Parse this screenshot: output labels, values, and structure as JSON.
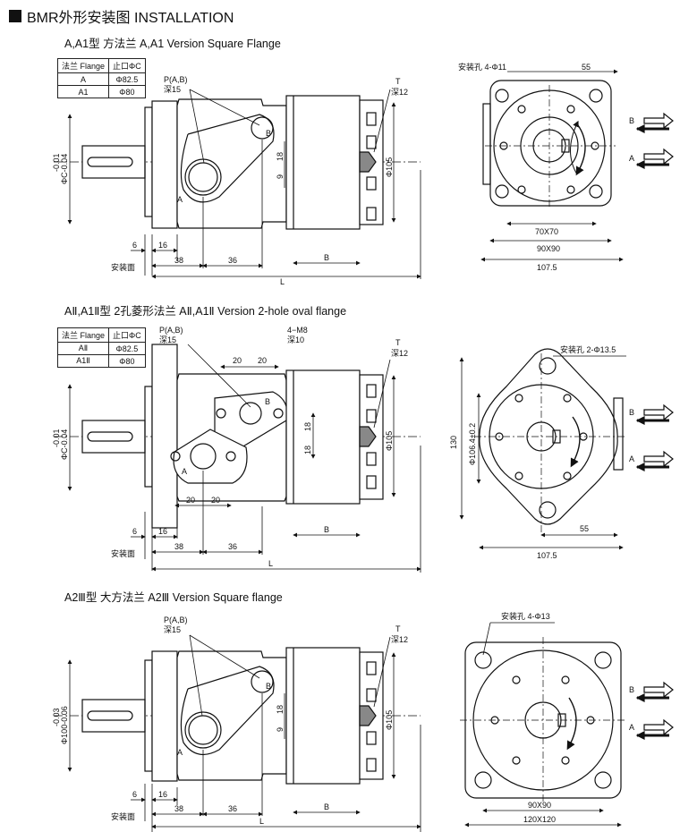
{
  "header": {
    "title": "BMR外形安装图  INSTALLATION"
  },
  "sections": [
    {
      "title": "A,A1型 方法兰  A,A1 Version Square Flange",
      "table": {
        "h1": "法兰 Flange",
        "h2": "止口ΦC",
        "rows": [
          [
            "A",
            "Φ82.5"
          ],
          [
            "A1",
            "Φ80"
          ]
        ]
      },
      "labels": {
        "port": "P(A,B)",
        "depth": "深15",
        "t": "T",
        "t_depth": "深12",
        "b_port": "B",
        "a_port": "A",
        "tol_top": "-0.01",
        "tol_bot": "ΦC-0.04",
        "d18a": "18",
        "d9": "9",
        "phi105": "Φ105",
        "d6": "6",
        "d16": "16",
        "d38": "38",
        "d36": "36",
        "dB": "B",
        "dL": "L",
        "mount": "安装面"
      },
      "end": {
        "holes": "安装孔 4-Φ11",
        "d55": "55",
        "d70": "70X70",
        "d90": "90X90",
        "d107": "107.5",
        "flowB": "B",
        "flowA": "A"
      }
    },
    {
      "title": "AⅡ,A1Ⅱ型 2孔菱形法兰  AⅡ,A1Ⅱ Version 2-hole oval flange",
      "table": {
        "h1": "法兰 Flange",
        "h2": "止口ΦC",
        "rows": [
          [
            "AⅡ",
            "Φ82.5"
          ],
          [
            "A1Ⅱ",
            "Φ80"
          ]
        ]
      },
      "labels": {
        "port": "P(A,B)",
        "depth": "深15",
        "thread": "4−M8",
        "thread_depth": "深10",
        "t": "T",
        "t_depth": "深12",
        "b_port": "B",
        "a_port": "A",
        "d20a": "20",
        "d20b": "20",
        "d20c": "20",
        "d20d": "20",
        "d18a": "18",
        "d18b": "18",
        "tol_top": "-0.01",
        "tol_bot": "ΦC-0.04",
        "phi105": "Φ105",
        "d6": "6",
        "d16": "16",
        "d38": "38",
        "d36": "36",
        "dB": "B",
        "dL": "L",
        "mount": "安装面"
      },
      "end": {
        "holes": "安装孔 2-Φ13.5",
        "d130": "130",
        "d106": "Φ106.4±0.2",
        "d55": "55",
        "d107": "107.5",
        "flowB": "B",
        "flowA": "A"
      }
    },
    {
      "title": "A2Ⅲ型 大方法兰  A2Ⅲ Version Square flange",
      "labels": {
        "port": "P(A,B)",
        "depth": "深15",
        "t": "T",
        "t_depth": "深12",
        "b_port": "B",
        "a_port": "A",
        "tol_top": "-0.03",
        "tol_bot": "Φ100-0.06",
        "d18a": "18",
        "d9": "9",
        "phi105": "Φ105",
        "d6": "6",
        "d16": "16",
        "d38": "38",
        "d36": "36",
        "dB": "B",
        "dL": "L",
        "mount": "安装面"
      },
      "end": {
        "holes": "安装孔 4-Φ13",
        "d90": "90X90",
        "d120": "120X120",
        "flowB": "B",
        "flowA": "A"
      }
    }
  ]
}
